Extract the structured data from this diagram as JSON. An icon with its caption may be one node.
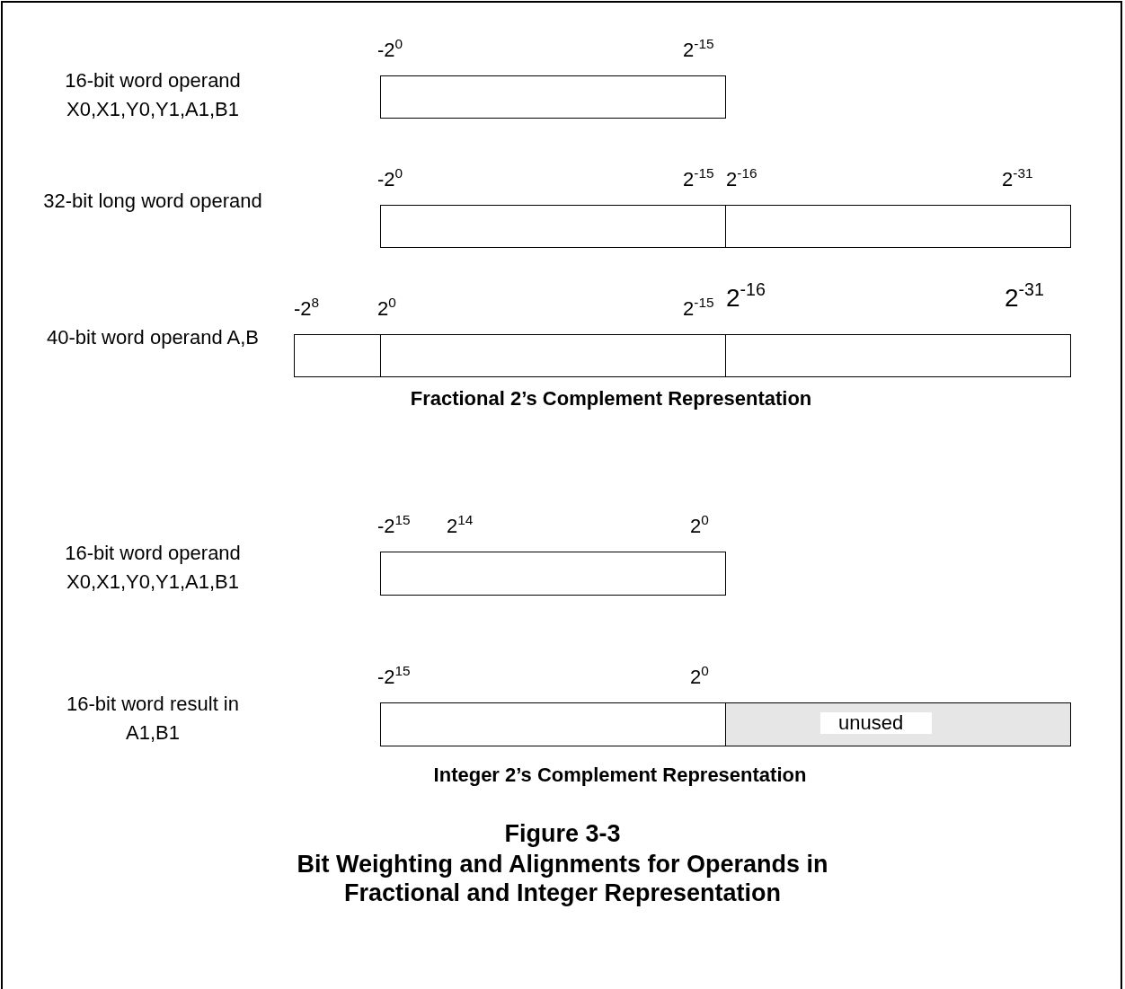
{
  "diagram": {
    "title": "Figure 3-3",
    "caption": "Bit Weighting and Alignments for Operands in Fractional and Integer Representation",
    "nodes": [
      {
        "text": [],
        "shape": "box"
      },
      {
        "text": [],
        "shape": "box"
      },
      {
        "text": [],
        "shape": "box"
      },
      {
        "text": [],
        "shape": "box"
      },
      {
        "text": [],
        "shape": "box"
      },
      {
        "text": [],
        "shape": "box"
      },
      {
        "text": [],
        "shape": "box"
      },
      {
        "text": [],
        "shape": "box"
      },
      {
        "text": [
          "unused"
        ]
      }
    ],
    "edges": [],
    "labels": [
      "-2$^{0}$",
      "2$^{-15}$",
      "16-bit word operand X0,X1,Y0,Y1,A1,B1",
      "-2$^{0}$",
      "2$^{-15}$",
      "2$^{-16}$",
      "2$^{-31}$",
      "32-bit long word operand",
      "-2$^{8}$",
      "2$^{0}$",
      "2$^{-15}$",
      "2$^{-16}$",
      "2$^{-31}$",
      "40-bit word operand A,B",
      "Fractional 2’s Complement Representation",
      "-2$^{15}$",
      "2$^{14}$",
      "2$^{0}$",
      "16-bit word operand X0,X1,Y0,Y1,A1,B1",
      "-2$^{15}$",
      "2$^{0}$",
      "16-bit word result in A1,B1",
      "Integer 2’s Complement Representation"
    ]
  }
}
